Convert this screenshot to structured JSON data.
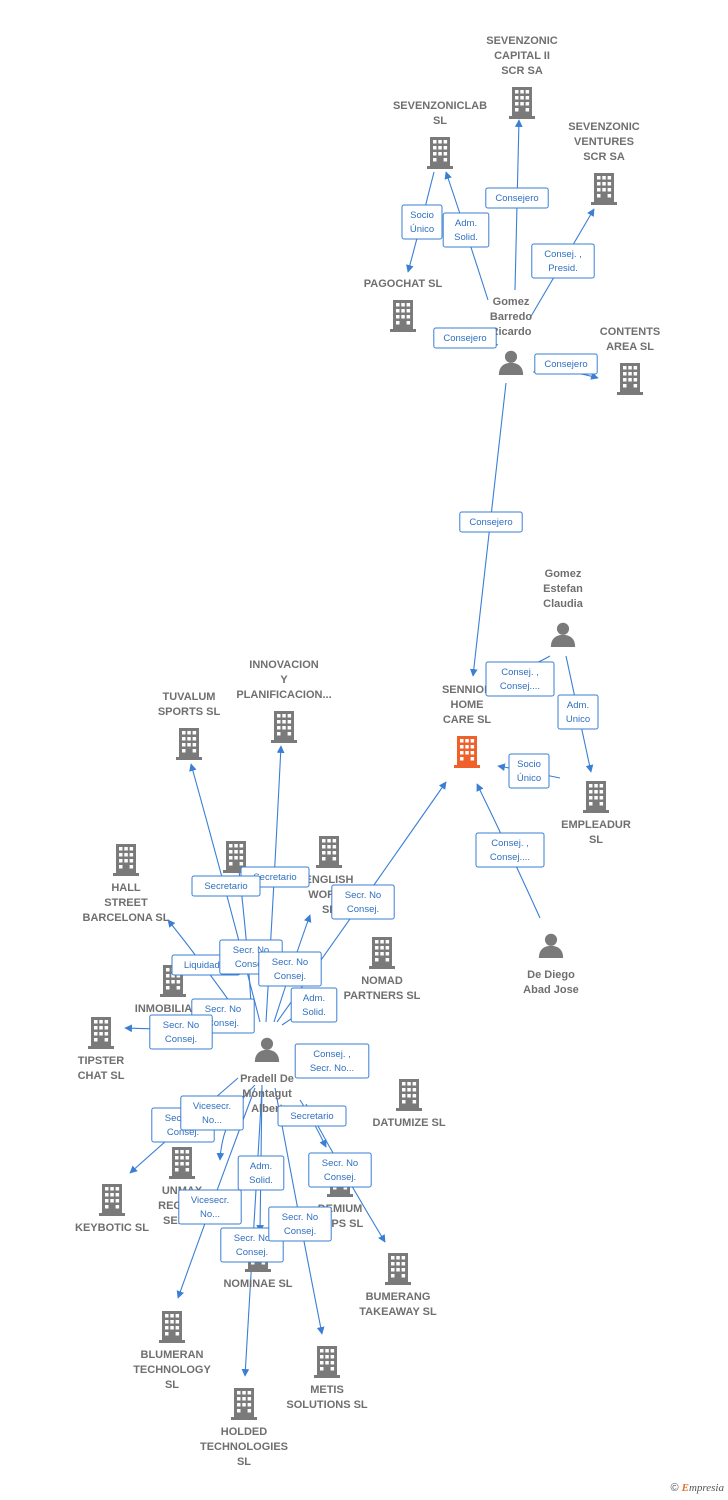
{
  "colors": {
    "edge": "#3a7fd5",
    "company": "#7a7a7a",
    "focus": "#f0602a",
    "person": "#7a7a7a"
  },
  "nodes": [
    {
      "id": "sevenzonic_capital",
      "kind": "company",
      "lines": [
        "SEVENZONIC",
        "CAPITAL II",
        "SCR SA"
      ]
    },
    {
      "id": "sevenzonicclab",
      "kind": "company",
      "lines": [
        "SEVENZONICLAB",
        "SL"
      ]
    },
    {
      "id": "sevenzonic_ventures",
      "kind": "company",
      "lines": [
        "SEVENZONIC",
        "VENTURES",
        "SCR SA"
      ]
    },
    {
      "id": "pagochat",
      "kind": "company",
      "lines": [
        "PAGOCHAT  SL"
      ]
    },
    {
      "id": "gomez_barredo",
      "kind": "person",
      "lines": [
        "Gomez",
        "Barredo",
        "Ricardo"
      ]
    },
    {
      "id": "contents_area",
      "kind": "company",
      "lines": [
        "CONTENTS",
        "AREA  SL"
      ]
    },
    {
      "id": "gomez_estefan",
      "kind": "person",
      "lines": [
        "Gomez",
        "Estefan",
        "Claudia"
      ]
    },
    {
      "id": "sennior",
      "kind": "focus",
      "lines": [
        "SENNIOR",
        "HOME",
        "CARE  SL"
      ]
    },
    {
      "id": "empleadur",
      "kind": "company",
      "lines": [
        "EMPLEADUR",
        "SL"
      ]
    },
    {
      "id": "de_diego",
      "kind": "person",
      "lines": [
        "De Diego",
        "Abad Jose"
      ]
    },
    {
      "id": "innovacion",
      "kind": "company",
      "lines": [
        "INNOVACION",
        "Y",
        "PLANIFICACION..."
      ]
    },
    {
      "id": "tuvalum",
      "kind": "company",
      "lines": [
        "TUVALUM",
        "SPORTS  SL"
      ]
    },
    {
      "id": "hall_street",
      "kind": "company",
      "lines": [
        "HALL",
        "STREET",
        "BARCELONA SL"
      ]
    },
    {
      "id": "unlabeled_co",
      "kind": "company",
      "lines": [
        "SL"
      ]
    },
    {
      "id": "english_world",
      "kind": "company",
      "lines": [
        "ENGLISH",
        "WORLD",
        "SL"
      ]
    },
    {
      "id": "nomad",
      "kind": "company",
      "lines": [
        "NOMAD",
        "PARTNERS  SL"
      ]
    },
    {
      "id": "inmobiliaria",
      "kind": "company",
      "lines": [
        "INMOBILIARIA",
        "V..."
      ]
    },
    {
      "id": "tipster",
      "kind": "company",
      "lines": [
        "TIPSTER",
        "CHAT  SL"
      ]
    },
    {
      "id": "pradell",
      "kind": "person",
      "lines": [
        "Pradell De",
        "Montagut",
        "Albert"
      ]
    },
    {
      "id": "datumize",
      "kind": "company",
      "lines": [
        "DATUMIZE  SL"
      ]
    },
    {
      "id": "unmax",
      "kind": "company",
      "lines": [
        "UNMAX",
        "REGUL...",
        "SERV..."
      ]
    },
    {
      "id": "keybotic",
      "kind": "company",
      "lines": [
        "KEYBOTIC  SL"
      ]
    },
    {
      "id": "premium_startups",
      "kind": "company",
      "lines": [
        "DEMIUM",
        "TUPS  SL"
      ]
    },
    {
      "id": "nominae",
      "kind": "company",
      "lines": [
        "NOMINAE  SL"
      ]
    },
    {
      "id": "bumerang",
      "kind": "company",
      "lines": [
        "BUMERANG",
        "TAKEAWAY  SL"
      ]
    },
    {
      "id": "blumeran",
      "kind": "company",
      "lines": [
        "BLUMERAN",
        "TECHNOLOGY",
        "SL"
      ]
    },
    {
      "id": "metis",
      "kind": "company",
      "lines": [
        "METIS",
        "SOLUTIONS  SL"
      ]
    },
    {
      "id": "holded",
      "kind": "company",
      "lines": [
        "HOLDED",
        "TECHNOLOGIES",
        "SL"
      ]
    }
  ],
  "edges": [
    {
      "from": "gomez_barredo",
      "to": "sevenzonicclab",
      "label": [
        "Adm.",
        "Solid."
      ]
    },
    {
      "from": "gomez_barredo",
      "to": "sevenzonic_capital",
      "label": [
        "Consejero"
      ]
    },
    {
      "from": "gomez_barredo",
      "to": "sevenzonic_ventures",
      "label": [
        "Consej. ,",
        "Presid."
      ]
    },
    {
      "from": "sevenzonicclab",
      "to": "pagochat",
      "label": [
        "Socio",
        "Único"
      ]
    },
    {
      "from": "gomez_barredo",
      "to": "contents_area",
      "label": [
        "Consejero"
      ]
    },
    {
      "from": "gomez_barredo",
      "to": "pagochat",
      "label": [
        "Consejero"
      ]
    },
    {
      "from": "gomez_barredo",
      "to": "sennior",
      "label": [
        "Consejero"
      ]
    },
    {
      "from": "gomez_estefan",
      "to": "sennior",
      "label": [
        "Consej. ,",
        "Consej...."
      ]
    },
    {
      "from": "gomez_estefan",
      "to": "empleadur",
      "label": [
        "Adm.",
        "Unico"
      ]
    },
    {
      "from": "empleadur",
      "to": "sennior",
      "label": [
        "Socio",
        "Único"
      ]
    },
    {
      "from": "de_diego",
      "to": "sennior",
      "label": [
        "Consej. ,",
        "Consej...."
      ]
    },
    {
      "from": "pradell",
      "to": "sennior",
      "label": [
        "Secr.  No",
        "Consej."
      ]
    },
    {
      "from": "pradell",
      "to": "innovacion",
      "label": [
        "Secretario"
      ]
    },
    {
      "from": "pradell",
      "to": "tuvalum",
      "label": [
        "Secretario"
      ]
    },
    {
      "from": "pradell",
      "to": "hall_street",
      "label": [
        "Liquidador"
      ]
    },
    {
      "from": "pradell",
      "to": "unlabeled_co",
      "label": [
        "Secr.  No",
        "Consej."
      ]
    },
    {
      "from": "pradell",
      "to": "english_world",
      "label": [
        "Secr.  No",
        "Consej."
      ]
    },
    {
      "from": "pradell",
      "to": "nomad",
      "label": [
        "Adm.",
        "Solid."
      ]
    },
    {
      "from": "pradell",
      "to": "inmobiliaria",
      "label": [
        "Secr.  No",
        "Consej."
      ]
    },
    {
      "from": "pradell",
      "to": "tipster",
      "label": [
        "Secr.  No",
        "Consej."
      ]
    },
    {
      "from": "pradell",
      "to": "datumize",
      "label": [
        "Consej. ,",
        "Secr. No..."
      ]
    },
    {
      "from": "pradell",
      "to": "keybotic",
      "label": [
        "Secr.  No",
        "Consej."
      ]
    },
    {
      "from": "pradell",
      "to": "unmax",
      "label": [
        "Vicesecr.",
        "No..."
      ]
    },
    {
      "from": "pradell",
      "to": "premium_startups",
      "label": [
        "Secretario"
      ]
    },
    {
      "from": "pradell",
      "to": "bumerang",
      "label": [
        "Secr.  No",
        "Consej."
      ]
    },
    {
      "from": "pradell",
      "to": "nominae",
      "label": [
        "Adm.",
        "Solid."
      ]
    },
    {
      "from": "pradell",
      "to": "blumeran",
      "label": [
        "Vicesecr.",
        "No..."
      ]
    },
    {
      "from": "pradell",
      "to": "holded",
      "label": [
        "Secr.  No",
        "Consej."
      ]
    },
    {
      "from": "pradell",
      "to": "metis",
      "label": [
        "Secr.  No",
        "Consej."
      ]
    }
  ],
  "footer": {
    "copyright": "©",
    "brand_initial": "E",
    "brand_rest": "mpresia"
  }
}
